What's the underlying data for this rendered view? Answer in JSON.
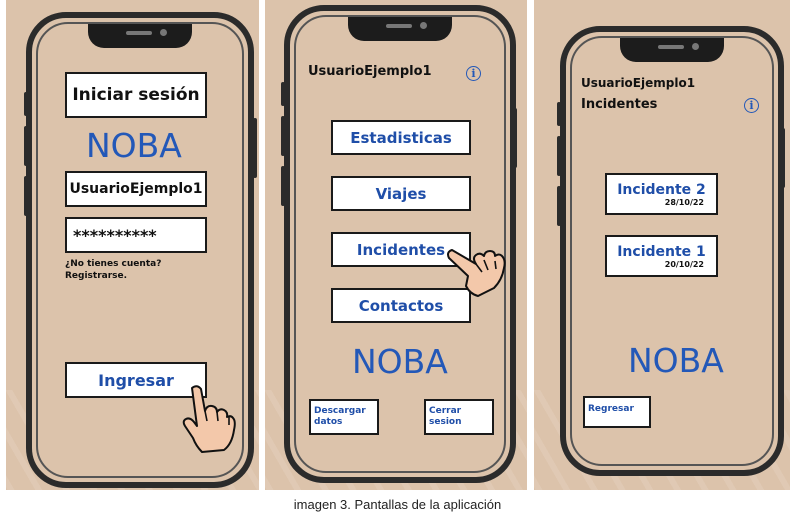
{
  "screen1": {
    "title": "Iniciar sesión",
    "logo": "NOBA",
    "username_value": "UsuarioEjemplo1",
    "password_value": "**********",
    "no_account_text": "¿No tienes cuenta?",
    "register_link": "Registrarse.",
    "submit_label": "Ingresar"
  },
  "screen2": {
    "username": "UsuarioEjemplo1",
    "menu": [
      {
        "label": "Estadisticas"
      },
      {
        "label": "Viajes"
      },
      {
        "label": "Incidentes"
      },
      {
        "label": "Contactos"
      }
    ],
    "logo": "NOBA",
    "download_label_1": "Descargar",
    "download_label_2": "datos",
    "logout_label_1": "Cerrar",
    "logout_label_2": "sesion"
  },
  "screen3": {
    "username": "UsuarioEjemplo1",
    "section_title": "Incidentes",
    "incidents": [
      {
        "title": "Incidente 2",
        "date": "28/10/22"
      },
      {
        "title": "Incidente 1",
        "date": "20/10/22"
      }
    ],
    "logo": "NOBA",
    "back_label": "Regresar"
  },
  "caption": "imagen 3. Pantallas de la aplicación",
  "icons": {
    "info": "i"
  },
  "colors": {
    "background": "#dcc3ab",
    "accent": "#1f4ea8",
    "frame": "#2b2b2b"
  }
}
